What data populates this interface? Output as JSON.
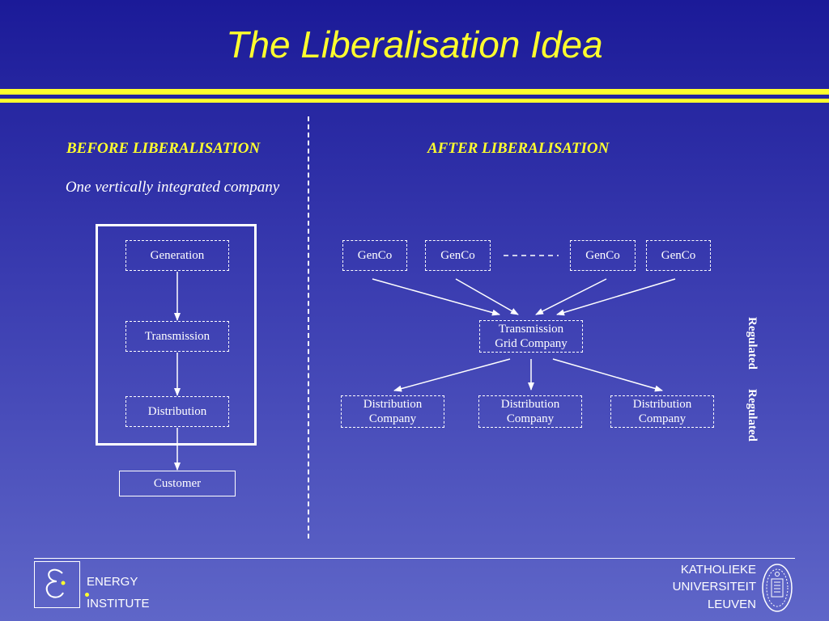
{
  "title": "The Liberalisation Idea",
  "before": {
    "heading": "BEFORE LIBERALISATION",
    "subheading": "One vertically integrated company",
    "nodes": {
      "generation": "Generation",
      "transmission": "Transmission",
      "distribution": "Distribution",
      "customer": "Customer"
    }
  },
  "after": {
    "heading": "AFTER LIBERALISATION",
    "genco": [
      "GenCo",
      "GenCo",
      "GenCo",
      "GenCo"
    ],
    "transmission_grid": [
      "Transmission",
      "Grid Company"
    ],
    "distribution": [
      [
        "Distribution",
        "Company"
      ],
      [
        "Distribution",
        "Company"
      ],
      [
        "Distribution",
        "Company"
      ]
    ],
    "regulated_labels": [
      "Regulated",
      "Regulated"
    ]
  },
  "footer": {
    "left_lines": [
      "ENERGY",
      "INSTITUTE"
    ],
    "right_lines": [
      "KATHOLIEKE",
      "UNIVERSITEIT",
      "LEUVEN"
    ]
  },
  "colors": {
    "background_top": "#1b1a98",
    "background_bottom": "#5f66c8",
    "accent_yellow": "#ffff2e",
    "line_white": "#ffffff"
  },
  "icons": [
    "energy-institute-logo",
    "ku-leuven-seal"
  ]
}
